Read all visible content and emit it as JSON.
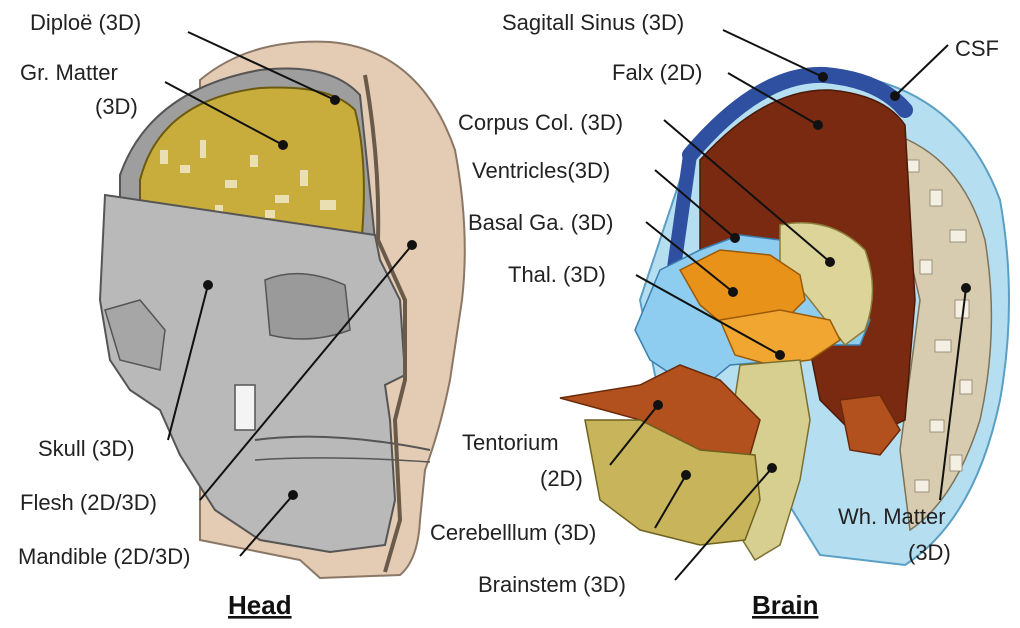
{
  "colors": {
    "flesh": "#e3cbb4",
    "skull": "#b9b9b9",
    "gray_matter": "#c9ad3c",
    "falx": "#7a2a10",
    "sinus": "#2f4fa0",
    "csf": "#a9d8ef",
    "white_matter": "#d8ccb0",
    "basal": "#e8921a",
    "cerebellum": "#c8b45a",
    "tentorium": "#b2511e"
  },
  "head": {
    "caption": "Head",
    "labels": {
      "diploe": "Diploë (3D)",
      "gr_matter_1": "Gr. Matter",
      "gr_matter_2": "(3D)",
      "skull": "Skull (3D)",
      "flesh": "Flesh (2D/3D)",
      "mandible": "Mandible (2D/3D)"
    }
  },
  "brain": {
    "caption": "Brain",
    "labels": {
      "sinus": "Sagitall Sinus (3D)",
      "csf": "CSF",
      "falx": "Falx (2D)",
      "corpus": "Corpus Col. (3D)",
      "ventricles": "Ventricles(3D)",
      "basal": "Basal Ga. (3D)",
      "thal": "Thal. (3D)",
      "tentorium_1": "Tentorium",
      "tentorium_2": "(2D)",
      "cerebellum": "Cerebelllum (3D)",
      "brainstem": "Brainstem (3D)",
      "white_1": "Wh. Matter",
      "white_2": "(3D)"
    }
  }
}
